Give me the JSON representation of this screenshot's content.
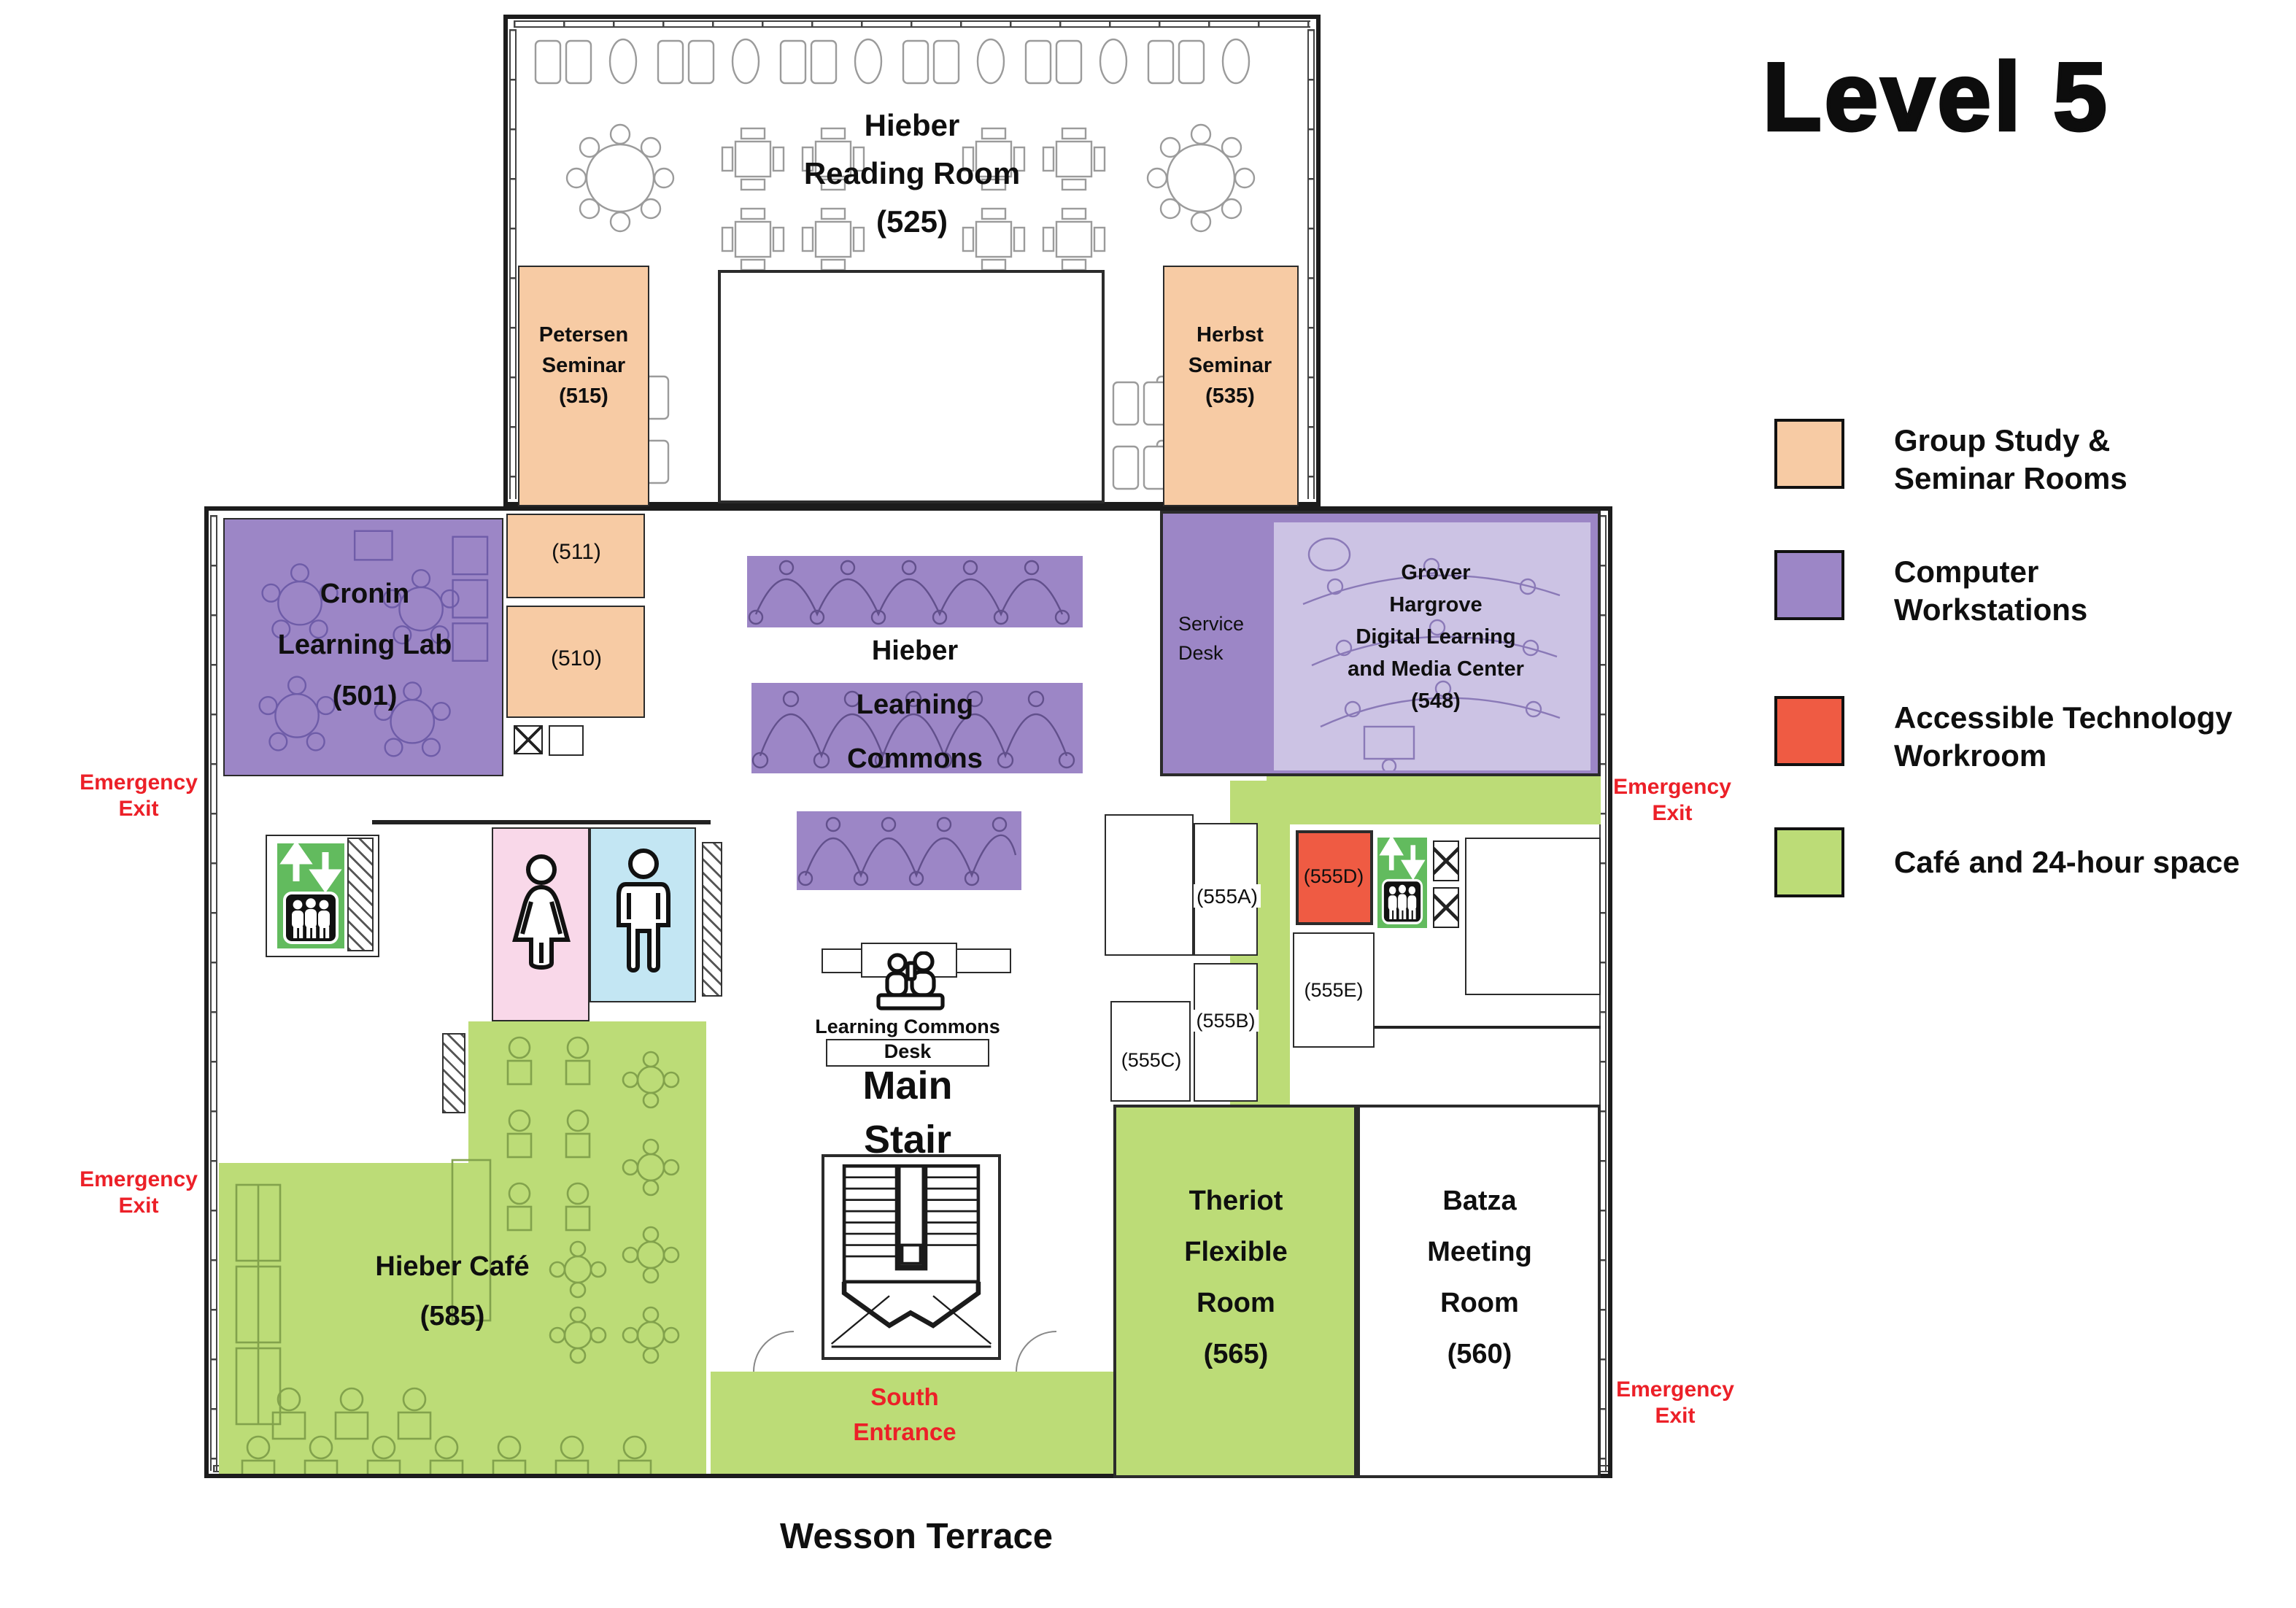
{
  "title": "Level 5",
  "legend": {
    "items": [
      {
        "label": "Group Study &\nSeminar Rooms",
        "color": "#f7cba4"
      },
      {
        "label": "Computer\nWorkstations",
        "color": "#9c86c6"
      },
      {
        "label": "Accessible Technology\nWorkroom",
        "color": "#ef5b43"
      },
      {
        "label": "Café and 24-hour space",
        "color": "#bcdc77"
      }
    ]
  },
  "colors": {
    "seminar": "#f7cba4",
    "workstation": "#9c86c6",
    "workstation_light": "#ccc3e4",
    "accessible": "#ef5b43",
    "cafe": "#bcdc77",
    "elevator_green": "#62bb5e",
    "restroom_women": "#f9d8e9",
    "restroom_men": "#c3e6f3",
    "emergency_red": "#ec2028",
    "wall": "#231f20",
    "white": "#ffffff"
  },
  "rooms": {
    "reading": {
      "label": "Hieber\nReading Room\n(525)"
    },
    "petersen": {
      "label": "Petersen\nSeminar\n(515)"
    },
    "herbst": {
      "label": "Herbst\nSeminar\n(535)"
    },
    "r511": {
      "label": "(511)"
    },
    "r510": {
      "label": "(510)"
    },
    "cronin": {
      "label": "Cronin\nLearning Lab\n(501)"
    },
    "commons": {
      "label": "Hieber\nLearning\nCommons"
    },
    "service_desk": {
      "label": "Service\nDesk"
    },
    "grover": {
      "label": "Grover\nHargrove\nDigital Learning\nand Media Center\n(548)"
    },
    "r555a": {
      "label": "(555A)"
    },
    "r555b": {
      "label": "(555B)"
    },
    "r555c": {
      "label": "(555C)"
    },
    "r555d": {
      "label": "(555D)"
    },
    "r555e": {
      "label": "(555E)"
    },
    "lc_desk_title": {
      "label": "Learning Commons"
    },
    "lc_desk_sub": {
      "label": "Desk"
    },
    "main_stair": {
      "label": "Main\nStair"
    },
    "cafe": {
      "label": "Hieber Café\n(585)"
    },
    "theriot": {
      "label": "Theriot\nFlexible\nRoom\n(565)"
    },
    "batza": {
      "label": "Batza\nMeeting\nRoom\n(560)"
    },
    "south_entrance": {
      "label": "South\nEntrance"
    },
    "wesson_terrace": {
      "label": "Wesson Terrace"
    }
  },
  "labels": {
    "emergency_exit": "Emergency\nExit"
  }
}
